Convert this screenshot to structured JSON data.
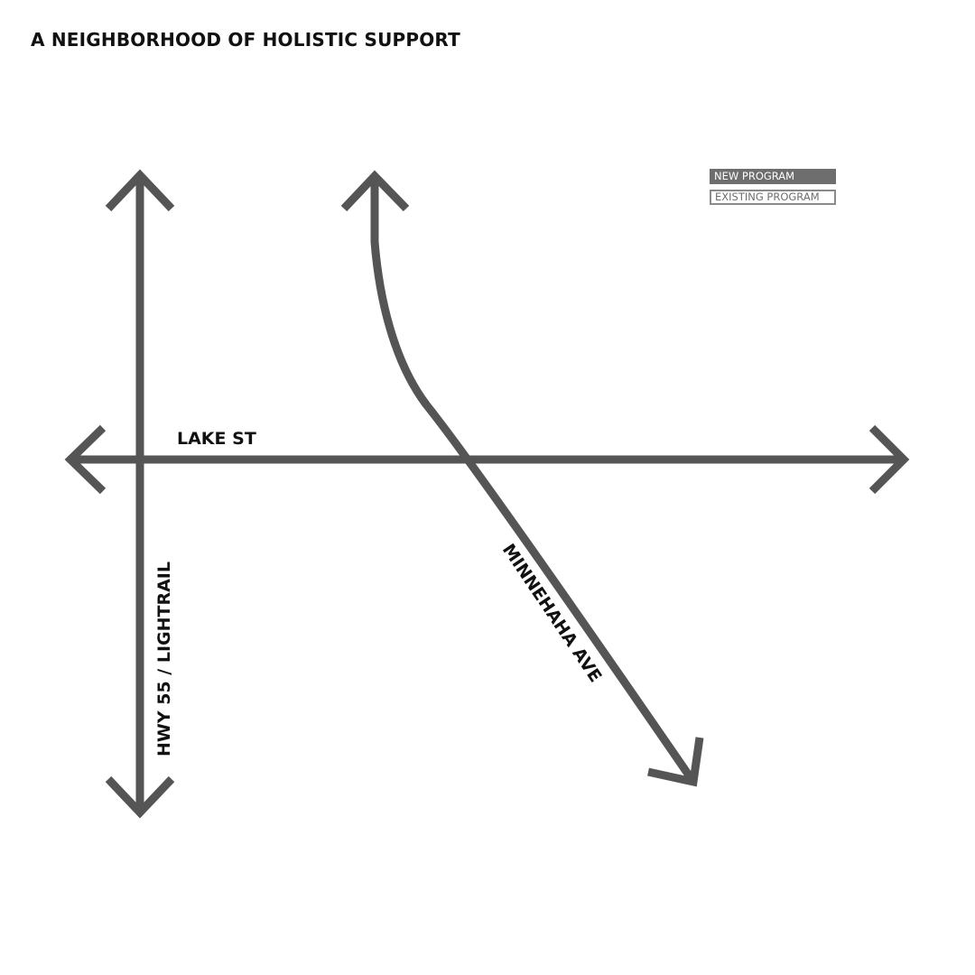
{
  "title": "A NEIGHBORHOOD OF HOLISTIC SUPPORT",
  "legend": {
    "new_program": "NEW PROGRAM",
    "existing_program": "EXISTING PROGRAM"
  },
  "roads": {
    "lake_st": "LAKE ST",
    "hwy_55": "HWY 55 / LIGHTRAIL",
    "minnehaha": "MINNEHAHA AVE"
  },
  "colors": {
    "road": "#555555",
    "legend_new_fill": "#6e6e6e",
    "legend_existing_border": "#8a8a8a",
    "text": "#111111"
  }
}
